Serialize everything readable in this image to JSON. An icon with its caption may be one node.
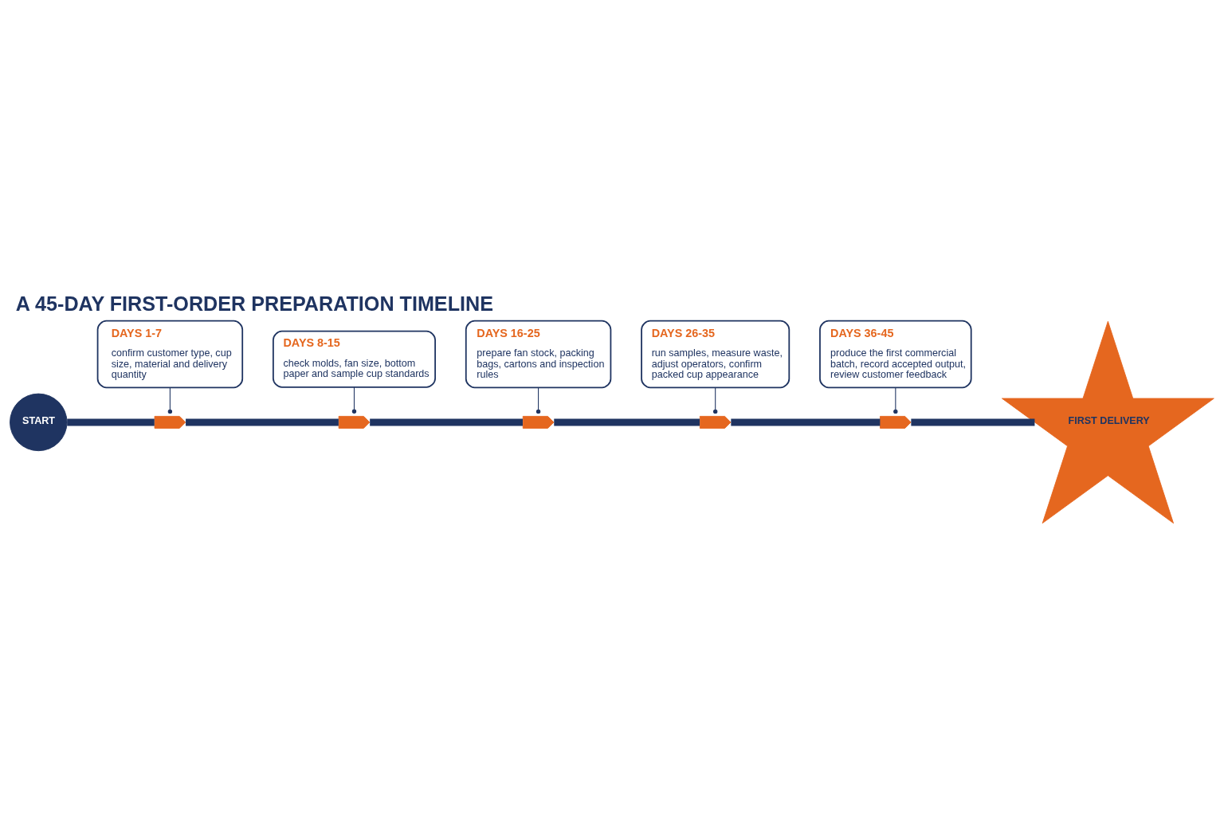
{
  "diagram": {
    "title": "A 45-DAY FIRST-ORDER PREPARATION TIMELINE",
    "nodes": [
      {
        "text": [
          "START"
        ]
      },
      {
        "text": [
          "DAYS 1-7",
          "confirm customer type, cup size, material and delivery quantity"
        ]
      },
      {
        "text": [],
        "shape": "flag"
      },
      {
        "text": [
          "DAYS 8-15",
          "check molds, fan size, bottom paper and sample cup standards"
        ]
      },
      {
        "text": [],
        "shape": "flag"
      },
      {
        "text": [
          "DAYS 16-25",
          "prepare fan stock, packing bags, cartons and inspection rules"
        ]
      },
      {
        "text": [],
        "shape": "flag"
      },
      {
        "text": [
          "DAYS 26-35",
          "run samples, measure waste, adjust operators, confirm packed cup appearance"
        ]
      },
      {
        "text": [],
        "shape": "flag"
      },
      {
        "text": [
          "DAYS 36-45",
          "produce the first commercial batch, record accepted output, review customer feedback"
        ]
      },
      {
        "text": [],
        "shape": "flag"
      },
      {
        "text": [
          "FIRST DELIVERY"
        ]
      }
    ],
    "edges": [
      {
        "from": 0,
        "to": 2,
        "arrow": "none"
      },
      {
        "from": 2,
        "to": 4,
        "arrow": "none"
      },
      {
        "from": 4,
        "to": 6,
        "arrow": "none"
      },
      {
        "from": 6,
        "to": 8,
        "arrow": "none"
      },
      {
        "from": 8,
        "to": 10,
        "arrow": "none"
      },
      {
        "from": 10,
        "to": 11,
        "arrow": "none"
      },
      {
        "from": 1,
        "to": 2,
        "arrow": "other"
      },
      {
        "from": 3,
        "to": 4,
        "arrow": "other"
      },
      {
        "from": 5,
        "to": 6,
        "arrow": "other"
      },
      {
        "from": 7,
        "to": 8,
        "arrow": "other"
      },
      {
        "from": 9,
        "to": 10,
        "arrow": "other"
      }
    ]
  }
}
